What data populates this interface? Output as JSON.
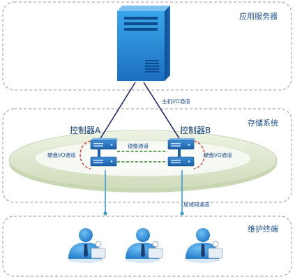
{
  "zones": {
    "app_server": "应用服务器",
    "storage": "存储系统",
    "maintenance": "维护终端"
  },
  "labels": {
    "host_io": "主机I/O通道",
    "controller_a": "控制器A",
    "controller_b": "控制器B",
    "mirror": "镜像通道",
    "disk_io_left": "硬盘I/O通道",
    "disk_io_right": "硬盘I/O通道",
    "lan": "局域网通道"
  },
  "colors": {
    "zone_border": "#9a9a9a",
    "server_blue": "#2f8fd8",
    "link_navy": "#1f2a6b",
    "lan_blue": "#3a9ad8",
    "mirror_green": "#2a8a2a",
    "disk_red": "#d43a2a",
    "ring_fill": "#dfe8cf"
  },
  "icons": {
    "server": "tower-server-icon",
    "controller": "rack-controller-icon",
    "terminal": "operator-workstation-icon"
  }
}
